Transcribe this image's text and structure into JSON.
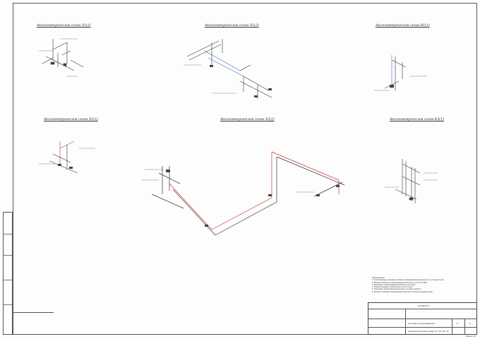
{
  "schemes": [
    {
      "id": "x1",
      "title": "Аксонометрическая схема Х1(1)"
    },
    {
      "id": "x1-2",
      "title": "Аксонометрическая схема Х1(2)"
    },
    {
      "id": "v1",
      "title": "Аксонометрическая схема В1(1)"
    },
    {
      "id": "x2",
      "title": "Аксонометрическая схема Х2(1)"
    },
    {
      "id": "x2-2",
      "title": "Аксонометрическая схема Х2(2)"
    },
    {
      "id": "k3",
      "title": "Аксонометрическая схема К3(1)"
    }
  ],
  "notes": {
    "header": "Примечания",
    "lines": [
      "1. Трубопроводы установки системы холодоснабжения выполнить из стальных труб.",
      "2. Монтаж элементов трубопроводов выполнить по СП 73.13330.",
      "3. Крепление трубопроводов выполнить на опорах.",
      "4. Отметки указаны относительно чистого пола.",
      "5. Изоляцию трубопроводов выполнить согласно проекту.",
      "6. Монтаж и наладку оборудования выполнить согласно документации."
    ]
  },
  "stamp": {
    "code": "20-2023-ТХ",
    "title": "Система холодоснабжения",
    "sheet_label": "Аксонометрические схемы Х1, Х2, В1, К3",
    "stage": "Р",
    "sheet": "6"
  },
  "footer": "Формат А3",
  "colors": {
    "red_pipe": "#d33131",
    "blue_pipe": "#3a63c7",
    "line": "#333333"
  }
}
